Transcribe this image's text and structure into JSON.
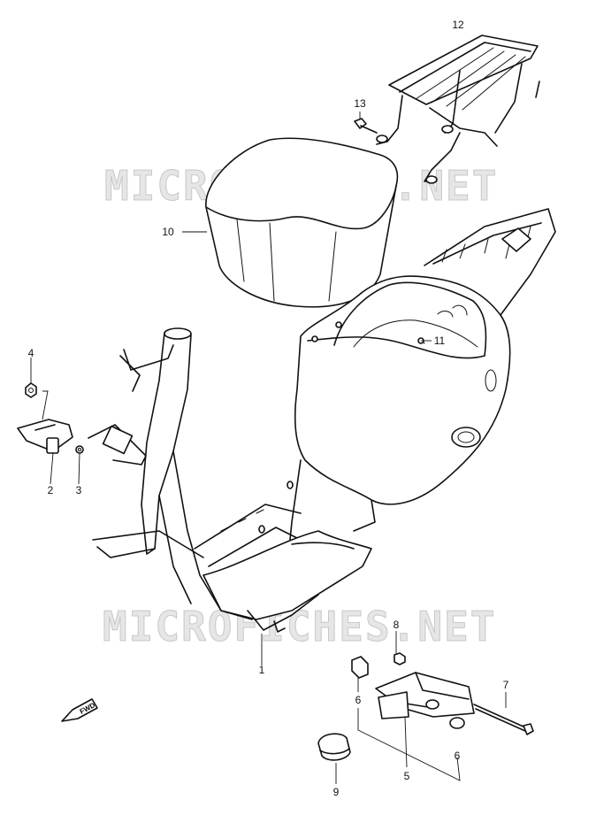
{
  "watermarks": [
    "MICROFICHES.NET",
    "MICROFICHES.NET"
  ],
  "fwd_label": "FWD",
  "callouts": [
    "1",
    "2",
    "3",
    "4",
    "5",
    "6",
    "6",
    "7",
    "8",
    "9",
    "10",
    "11",
    "12",
    "13"
  ]
}
